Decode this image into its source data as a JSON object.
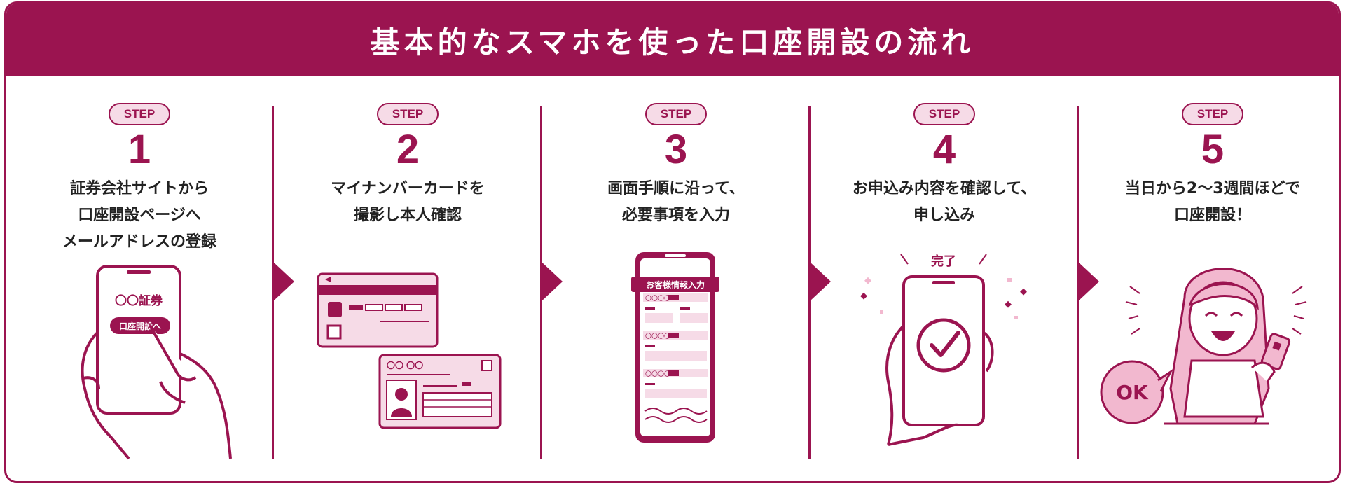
{
  "title": "基本的なスマホを使った口座開設の流れ",
  "step_label": "STEP",
  "steps": [
    {
      "number": "1",
      "lines": [
        "証券会社サイトから",
        "口座開設ページへ",
        "メールアドレスの登録"
      ],
      "phone_brand": "〇〇証券",
      "phone_button": "口座開設へ"
    },
    {
      "number": "2",
      "lines": [
        "マイナンバーカードを",
        "撮影し本人確認"
      ],
      "card_text": "〇〇 〇〇"
    },
    {
      "number": "3",
      "lines": [
        "画面手順に沿って、",
        "必要事項を入力"
      ],
      "form_title": "お客様情報入力",
      "field_label": "〇〇〇〇"
    },
    {
      "number": "4",
      "lines": [
        "お申込み内容を確認して、",
        "申し込み"
      ],
      "done_label": "完了"
    },
    {
      "number": "5",
      "lines": [
        "当日から2〜3週間ほどで",
        "口座開設！"
      ],
      "ok_label": "OK"
    }
  ],
  "colors": {
    "accent": "#9b1450",
    "light": "#f6dbe7",
    "pink": "#f2b8cf"
  }
}
